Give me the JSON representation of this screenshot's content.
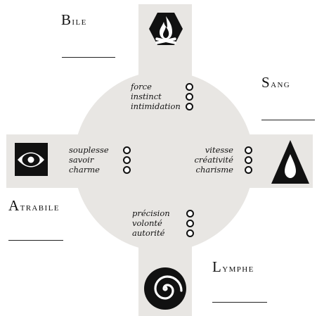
{
  "humors": {
    "bile": {
      "title": "Bile",
      "blank": "______",
      "icon": "fire-icon",
      "stats": [
        "force",
        "instinct",
        "intimidation"
      ]
    },
    "sang": {
      "title": "Sang",
      "blank": "______",
      "icon": "water-drop-icon",
      "stats": [
        "vitesse",
        "créativité",
        "charisme"
      ]
    },
    "atrabile": {
      "title": "Atrabile",
      "blank": "______",
      "icon": "eye-icon",
      "stats": [
        "souplesse",
        "savoir",
        "charme"
      ]
    },
    "lymphe": {
      "title": "Lymphe",
      "blank": "______",
      "icon": "spiral-icon",
      "stats": [
        "précision",
        "volonté",
        "autorité"
      ]
    }
  },
  "colors": {
    "background": "#ffffff",
    "panel": "#e8e6e3",
    "ink": "#111111"
  }
}
